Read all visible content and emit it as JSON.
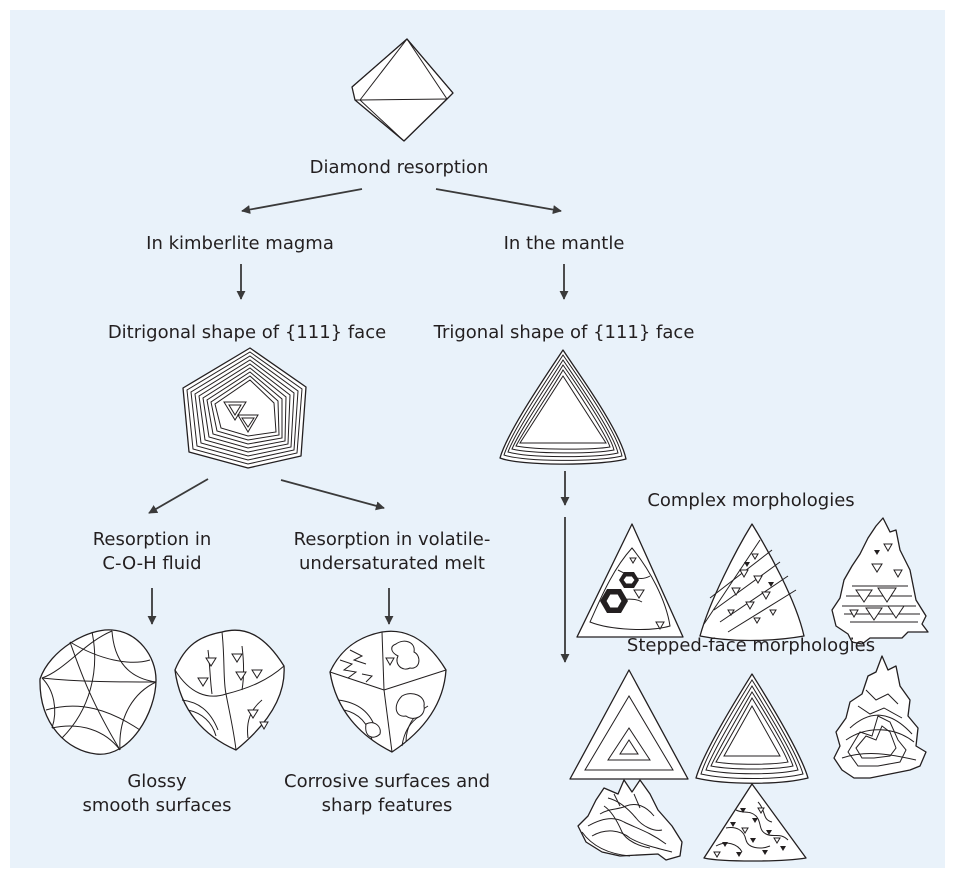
{
  "labels": {
    "root": "Diamond resorption",
    "kimberlite": "In kimberlite magma",
    "mantle": "In the mantle",
    "ditrigonal": "Ditrigonal shape of {111} face",
    "trigonal": "Trigonal shape of {111} face",
    "coh_fluid": "Resorption in\nC-O-H fluid",
    "volatile_melt": "Resorption in volatile-\nundersaturated melt",
    "glossy": "Glossy\nsmooth surfaces",
    "corrosive": "Corrosive surfaces and\nsharp features",
    "complex": "Complex morphologies",
    "stepped": "Stepped-face morphologies"
  },
  "colors": {
    "background": "#e9f2fa",
    "ink": "#231f20",
    "arrow": "#3a3a3a"
  }
}
